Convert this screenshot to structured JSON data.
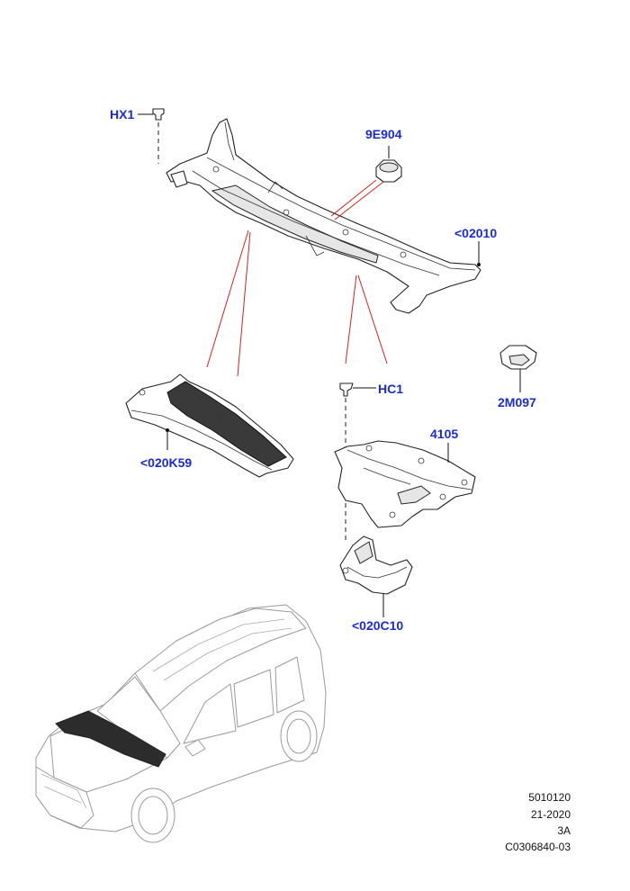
{
  "callouts": {
    "hx1": "HX1",
    "p9e904": "9E904",
    "p02010": "<02010",
    "p2m097": "2M097",
    "hc1": "HC1",
    "p020k59": "<020K59",
    "p4105": "4105",
    "p020c10": "<020C10"
  },
  "reference": {
    "line1": "5010120",
    "line2": "21-2020",
    "line3": "3A",
    "line4": "C0306840-03"
  }
}
